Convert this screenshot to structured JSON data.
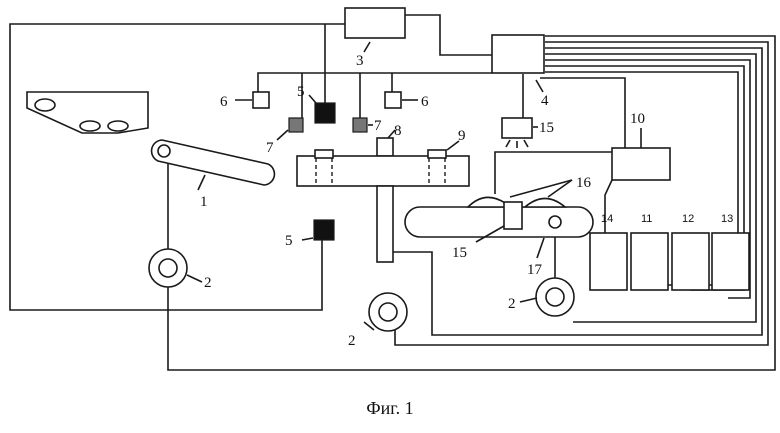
{
  "labels": {
    "n1": "1",
    "n2a": "2",
    "n2b": "2",
    "n2c": "2",
    "n3": "3",
    "n4": "4",
    "n5a": "5",
    "n5b": "5",
    "n6a": "6",
    "n6b": "6",
    "n7a": "7",
    "n7b": "7",
    "n8": "8",
    "n9": "9",
    "n10": "10",
    "n11": "11",
    "n12": "12",
    "n13": "13",
    "n14": "14",
    "n15a": "15",
    "n15b": "15",
    "n16": "16",
    "n17": "17"
  },
  "caption": "Фиг. 1"
}
